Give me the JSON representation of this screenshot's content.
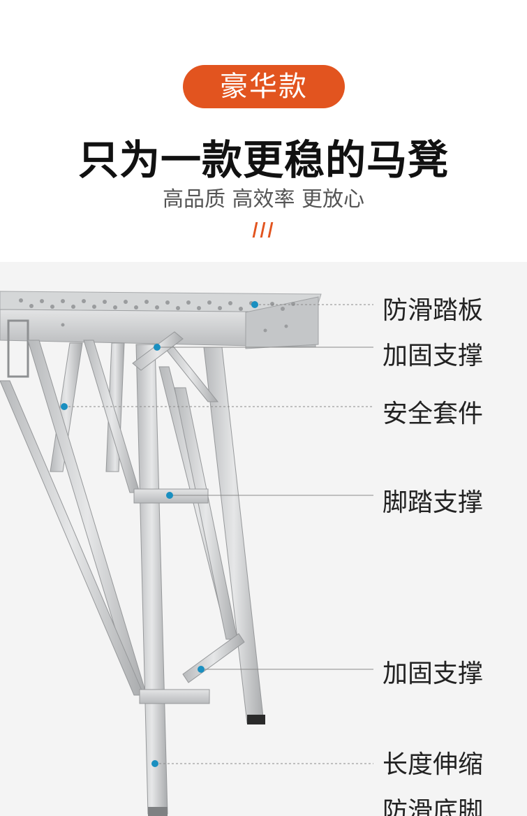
{
  "badge": "豪华款",
  "headline": "只为一款更稳的马凳",
  "subline": "高品质 高效率 更放心",
  "colors": {
    "accent": "#e2541f",
    "dot": "#1a8fc0",
    "metal": "#c9cbcd"
  },
  "callouts": [
    {
      "label": "防滑踏板"
    },
    {
      "label": "加固支撑"
    },
    {
      "label": "安全套件"
    },
    {
      "label": "脚踏支撑"
    },
    {
      "label": "加固支撑"
    },
    {
      "label": "长度伸缩"
    },
    {
      "label": "防滑底脚"
    }
  ]
}
